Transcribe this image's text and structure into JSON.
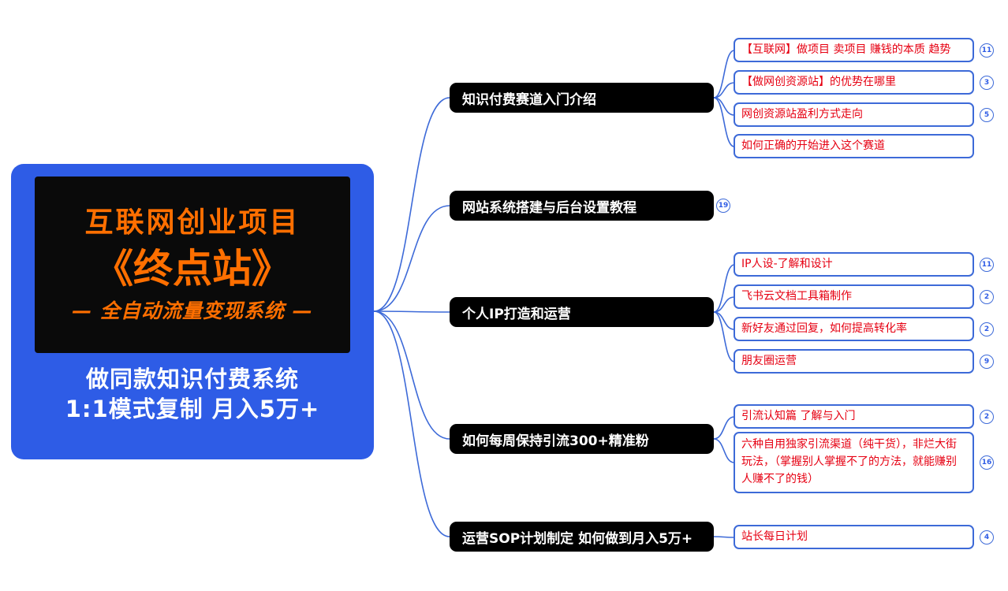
{
  "root": {
    "title_line1": "互联网创业项目",
    "title_line2": "《终点站》",
    "title_line3": "— 全自动流量变现系统 —",
    "subtitle_line1": "做同款知识付费系统",
    "subtitle_line2": "1:1模式复制  月入5万+"
  },
  "branches": [
    {
      "label": "知识付费赛道入门介绍",
      "children": [
        {
          "label": "【互联网】做项目 卖项目 赚钱的本质 趋势",
          "badge": "11"
        },
        {
          "label": "【做网创资源站】的优势在哪里",
          "badge": "3"
        },
        {
          "label": "网创资源站盈利方式走向",
          "badge": "5"
        },
        {
          "label": "如何正确的开始进入这个赛道",
          "badge": ""
        }
      ]
    },
    {
      "label": "网站系统搭建与后台设置教程",
      "badge": "19",
      "children": []
    },
    {
      "label": "个人IP打造和运营",
      "children": [
        {
          "label": "IP人设-了解和设计",
          "badge": "11"
        },
        {
          "label": "飞书云文档工具箱制作",
          "badge": "2"
        },
        {
          "label": "新好友通过回复，如何提高转化率",
          "badge": "2"
        },
        {
          "label": "朋友圈运营",
          "badge": "9"
        }
      ]
    },
    {
      "label": "如何每周保持引流300+精准粉",
      "children": [
        {
          "label": "引流认知篇 了解与入门",
          "badge": "2"
        },
        {
          "label": "六种自用独家引流渠道（纯干货），非烂大街玩法，（掌握别人掌握不了的方法，就能赚别人赚不了的钱）",
          "badge": "16"
        }
      ]
    },
    {
      "label": "运营SOP计划制定 如何做到月入5万+",
      "children": [
        {
          "label": "站长每日计划",
          "badge": "4"
        }
      ]
    }
  ],
  "colors": {
    "root_bg": "#2e5ce6",
    "branch_bg": "#000000",
    "link": "#3d6ad8",
    "subtopic_text": "#e60012",
    "accent_orange": "#ff6f00"
  }
}
